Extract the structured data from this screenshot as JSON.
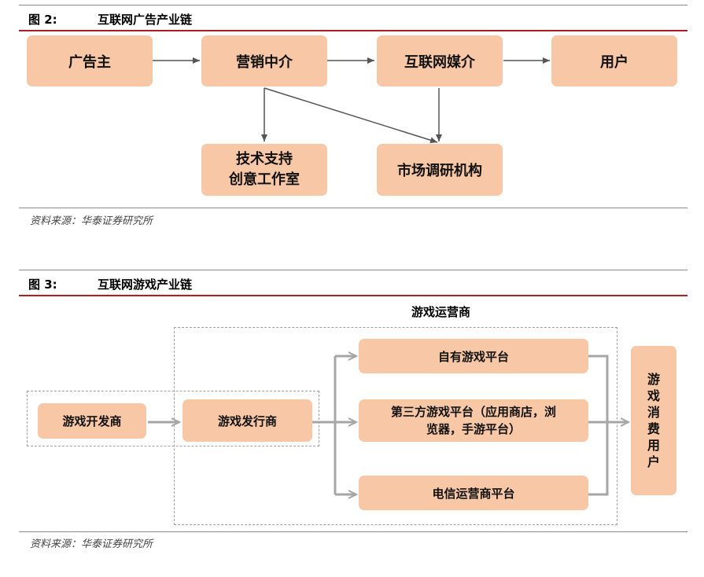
{
  "figure2": {
    "number": "图 2:",
    "title": "互联网广告产业链",
    "nodes": {
      "advertiser": "广告主",
      "agency": "营销中介",
      "media": "互联网媒介",
      "user": "用户",
      "tech_support": "技术支持\n创意工作室",
      "research": "市场调研机构"
    },
    "source": "资料来源：华泰证券研究所"
  },
  "figure3": {
    "number": "图 3:",
    "title": "互联网游戏产业链",
    "group_label": "游戏运营商",
    "nodes": {
      "developer": "游戏开发商",
      "publisher": "游戏发行商",
      "own_platform": "自有游戏平台",
      "third_party": "第三方游戏平台（应用商店，浏\n览器，手游平台）",
      "telecom": "电信运营商平台",
      "consumer": "游戏消费用户"
    },
    "source": "资料来源：华泰证券研究所"
  },
  "colors": {
    "box_fill": "#f8c8a6",
    "title_rule": "#b01e23",
    "arrow_dark": "#555555",
    "arrow_light": "#a6a6a6"
  }
}
